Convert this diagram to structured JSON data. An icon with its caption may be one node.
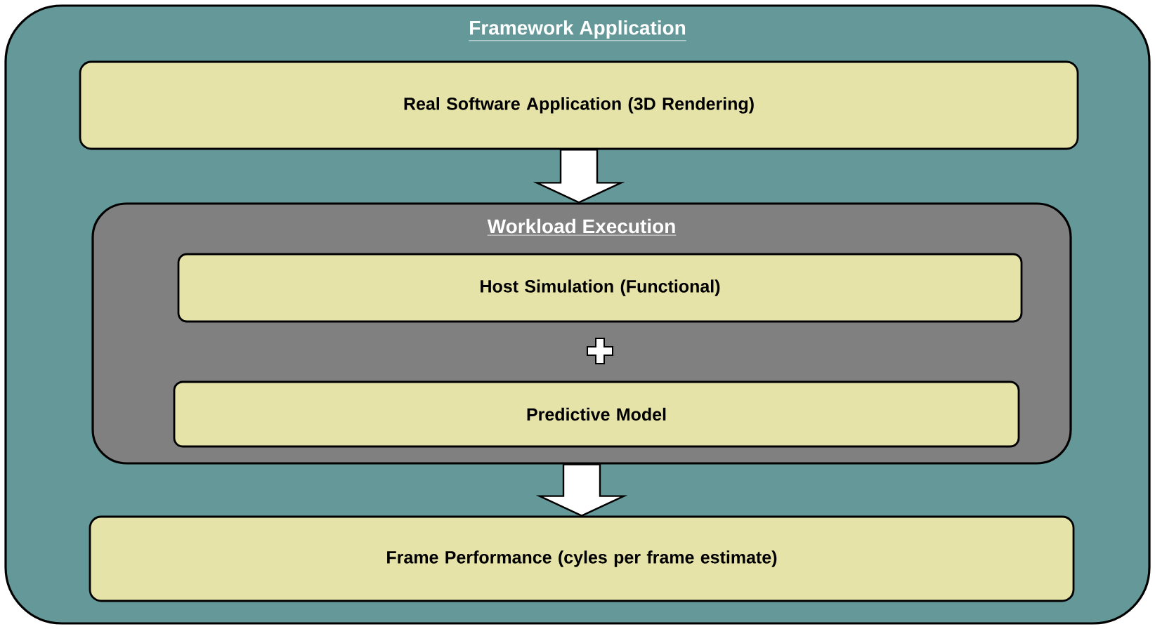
{
  "diagram": {
    "nodes": [
      {
        "text": [
          "Framework Application"
        ]
      },
      {
        "text": [
          "Real Software Application (3D Rendering)"
        ],
        "in": 0
      },
      {
        "text": [
          "Workload Execution"
        ],
        "in": 0
      },
      {
        "text": [
          "Host Simulation (Functional)"
        ],
        "in": 2
      },
      {
        "text": [
          "Predictive Model"
        ],
        "in": 2
      },
      {
        "text": [
          "Frame Performance (cyles per frame estimate)"
        ],
        "in": 0
      }
    ],
    "edges": [
      {
        "from": 1,
        "to": 2,
        "arrow": "to"
      },
      {
        "from": 2,
        "to": 5,
        "arrow": "to"
      }
    ]
  }
}
